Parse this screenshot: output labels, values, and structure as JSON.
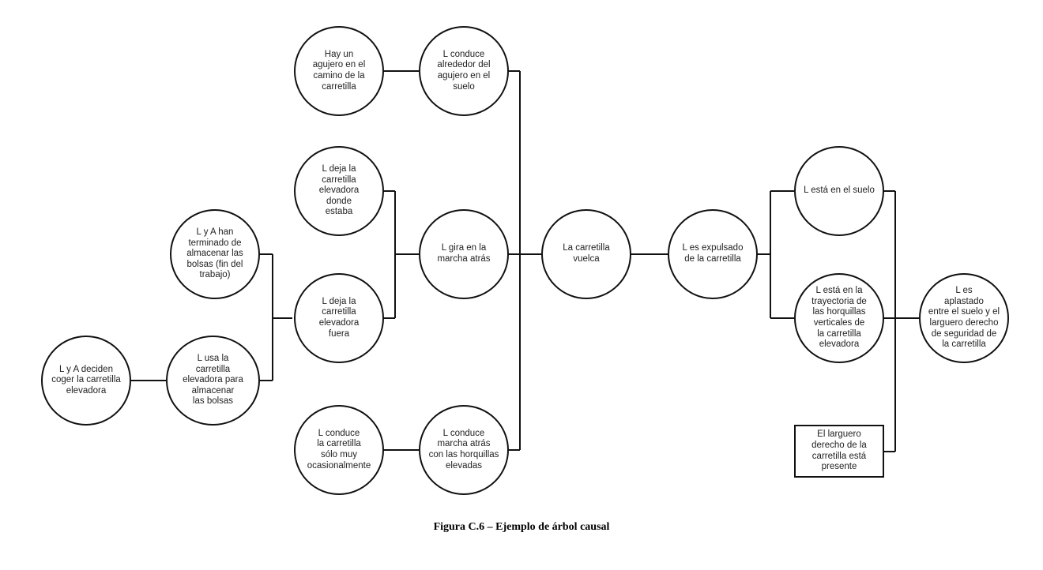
{
  "nodes": {
    "n_agujero": {
      "shape": "circle",
      "label": "Hay un\nagujero en el\ncamino de la\ncarretilla"
    },
    "n_conduce_agujero": {
      "shape": "circle",
      "label": "L conduce\nalrededor del\nagujero en el\nsuelo"
    },
    "n_deja_donde": {
      "shape": "circle",
      "label": "L deja la\ncarretilla\nelevadora\ndonde\nestaba"
    },
    "n_terminado": {
      "shape": "circle",
      "label": "L y A han\nterminado de\nalmacenar las\nbolsas (fin del\ntrabajo)"
    },
    "n_deja_fuera": {
      "shape": "circle",
      "label": "L deja la\ncarretilla\nelevadora\nfuera"
    },
    "n_deciden": {
      "shape": "circle",
      "label": "L y A deciden\ncoger la carretilla\nelevadora"
    },
    "n_usa": {
      "shape": "circle",
      "label": "L usa la\ncarretilla\nelevadora para\nalmacenar\nlas bolsas"
    },
    "n_gira": {
      "shape": "circle",
      "label": "L gira en la\nmarcha atrás"
    },
    "n_ocasional": {
      "shape": "circle",
      "label": "L conduce\nla carretilla\nsólo muy\nocasionalmente"
    },
    "n_horquillas_elev": {
      "shape": "circle",
      "label": "L conduce\nmarcha atrás\ncon las horquillas\nelevadas"
    },
    "n_vuelca": {
      "shape": "circle",
      "label": "La carretilla\nvuelca"
    },
    "n_expulsado": {
      "shape": "circle",
      "label": "L es expulsado\nde la carretilla"
    },
    "n_suelo": {
      "shape": "circle",
      "label": "L está en el suelo"
    },
    "n_trayectoria": {
      "shape": "circle",
      "label": "L está en la\ntrayectoria de\nlas horquillas\nverticales de\nla carretilla\nelevadora"
    },
    "n_larguero": {
      "shape": "rect",
      "label": "El larguero\nderecho de la\ncarretilla está\npresente"
    },
    "n_aplastado": {
      "shape": "circle",
      "label": "L es\naplastado\nentre el suelo y el\nlarguero derecho\nde seguridad de\nla carretilla"
    }
  },
  "caption": "Figura C.6 – Ejemplo de árbol causal"
}
